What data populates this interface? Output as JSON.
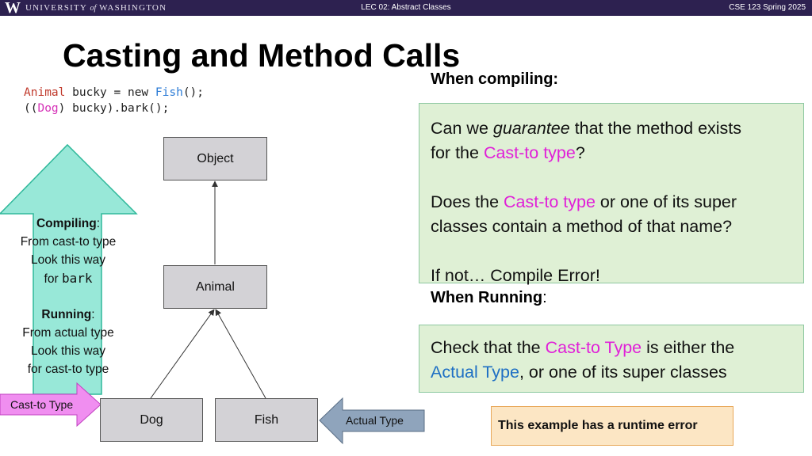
{
  "header": {
    "logo_letter": "W",
    "logo_text_1": "UNIVERSITY",
    "logo_text_of": "of",
    "logo_text_2": "WASHINGTON",
    "lecture": "LEC 02: Abstract Classes",
    "course": "CSE 123 Spring 2025"
  },
  "slide": {
    "title": "Casting and Method Calls"
  },
  "code": {
    "line1": {
      "type": "Animal",
      "mid": " bucky = new ",
      "ctor": "Fish",
      "end": "();"
    },
    "line2": {
      "start": "((",
      "cast": "Dog",
      "end": ") bucky).bark();"
    }
  },
  "diagram": {
    "nodes": {
      "object": "Object",
      "animal": "Animal",
      "dog": "Dog",
      "fish": "Fish"
    },
    "left_note": {
      "compiling_label": "Compiling",
      "compiling_line1": "From cast-to type",
      "compiling_line2": "Look this way",
      "compiling_line3_prefix": "for ",
      "compiling_method": "bark",
      "running_label": "Running",
      "running_line1": "From actual type",
      "running_line2": "Look this way",
      "running_line3": "for cast-to type"
    },
    "cast_to_label": "Cast-to Type",
    "actual_label": "Actual Type",
    "colors": {
      "up_arrow": "#98e8d8",
      "cast_arrow": "#f08ef0",
      "actual_arrow": "#8fa4bc"
    }
  },
  "compiling": {
    "heading": "When compiling:",
    "p1_a": "Can we ",
    "p1_em": "guarantee",
    "p1_b": " that the method exists",
    "p1_c": "for the ",
    "p1_hl": "Cast-to type",
    "p1_d": "?",
    "p2_a": "Does the ",
    "p2_hl": "Cast-to type",
    "p2_b": " or one of its super",
    "p2_c": "classes contain a method of that name?",
    "p3": "If not… Compile Error!"
  },
  "running": {
    "heading": "When Running",
    "heading_colon": ":",
    "p1_a": "Check that the ",
    "p1_hl": "Cast-to Type",
    "p1_b": " is either the",
    "p1_hl2": "Actual Type",
    "p1_c": ", or one of its super classes"
  },
  "note": {
    "text": "This example has a runtime error"
  }
}
